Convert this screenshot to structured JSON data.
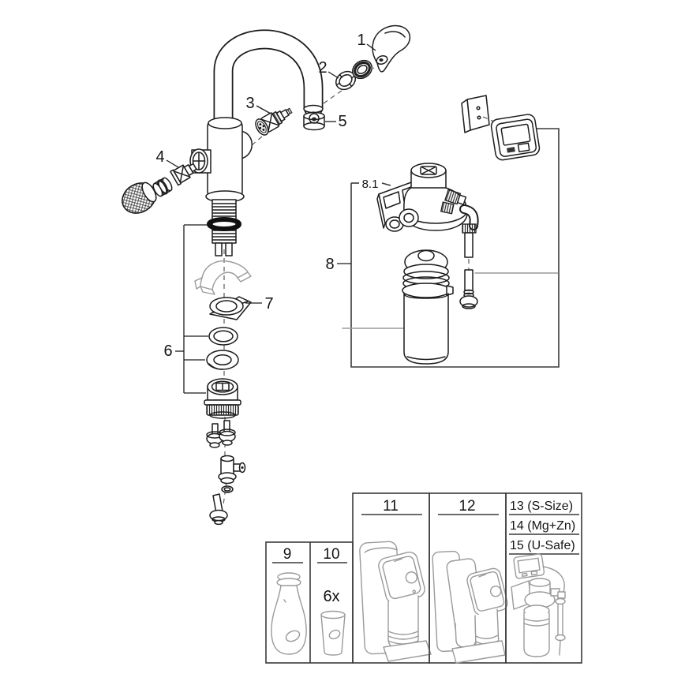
{
  "meta": {
    "title": "Faucet and water-filter system exploded parts diagram",
    "background": "#ffffff",
    "line_color": "#1c1c1c",
    "light_line_color": "#9a9a9a"
  },
  "callouts": {
    "part1": "1",
    "part2": "2",
    "part3": "3",
    "part4": "4",
    "part5": "5",
    "part6": "6",
    "part7": "7",
    "part8": "8",
    "part8_1": "8.1"
  },
  "kits": {
    "box9": {
      "label": "9"
    },
    "box10": {
      "label": "10",
      "qty": "6x"
    },
    "box11": {
      "label": "11"
    },
    "box12": {
      "label": "12"
    },
    "box13_15": {
      "row13": "13 (S-Size)",
      "row14": "14 (Mg+Zn)",
      "row15": "15 (U-Safe)"
    }
  }
}
